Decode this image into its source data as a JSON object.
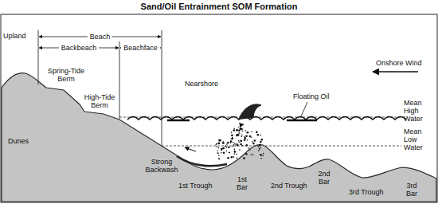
{
  "diagram": {
    "title": "Sand/Oil Entrainment SOM Formation",
    "labels": [
      "Upland",
      "Beach",
      "Backbeach",
      "Beachface",
      "Onshore Wind",
      "Nearshore",
      "Dunes",
      "Spring-Tide Berm",
      "High-Tide Berm",
      "Floating Oil",
      "Mean High Water",
      "Mean Low Water",
      "Strong Backwash",
      "1st Trough",
      "1st Bar",
      "2nd Trough",
      "2nd Bar",
      "3rd Trough",
      "3rd Bar"
    ]
  }
}
